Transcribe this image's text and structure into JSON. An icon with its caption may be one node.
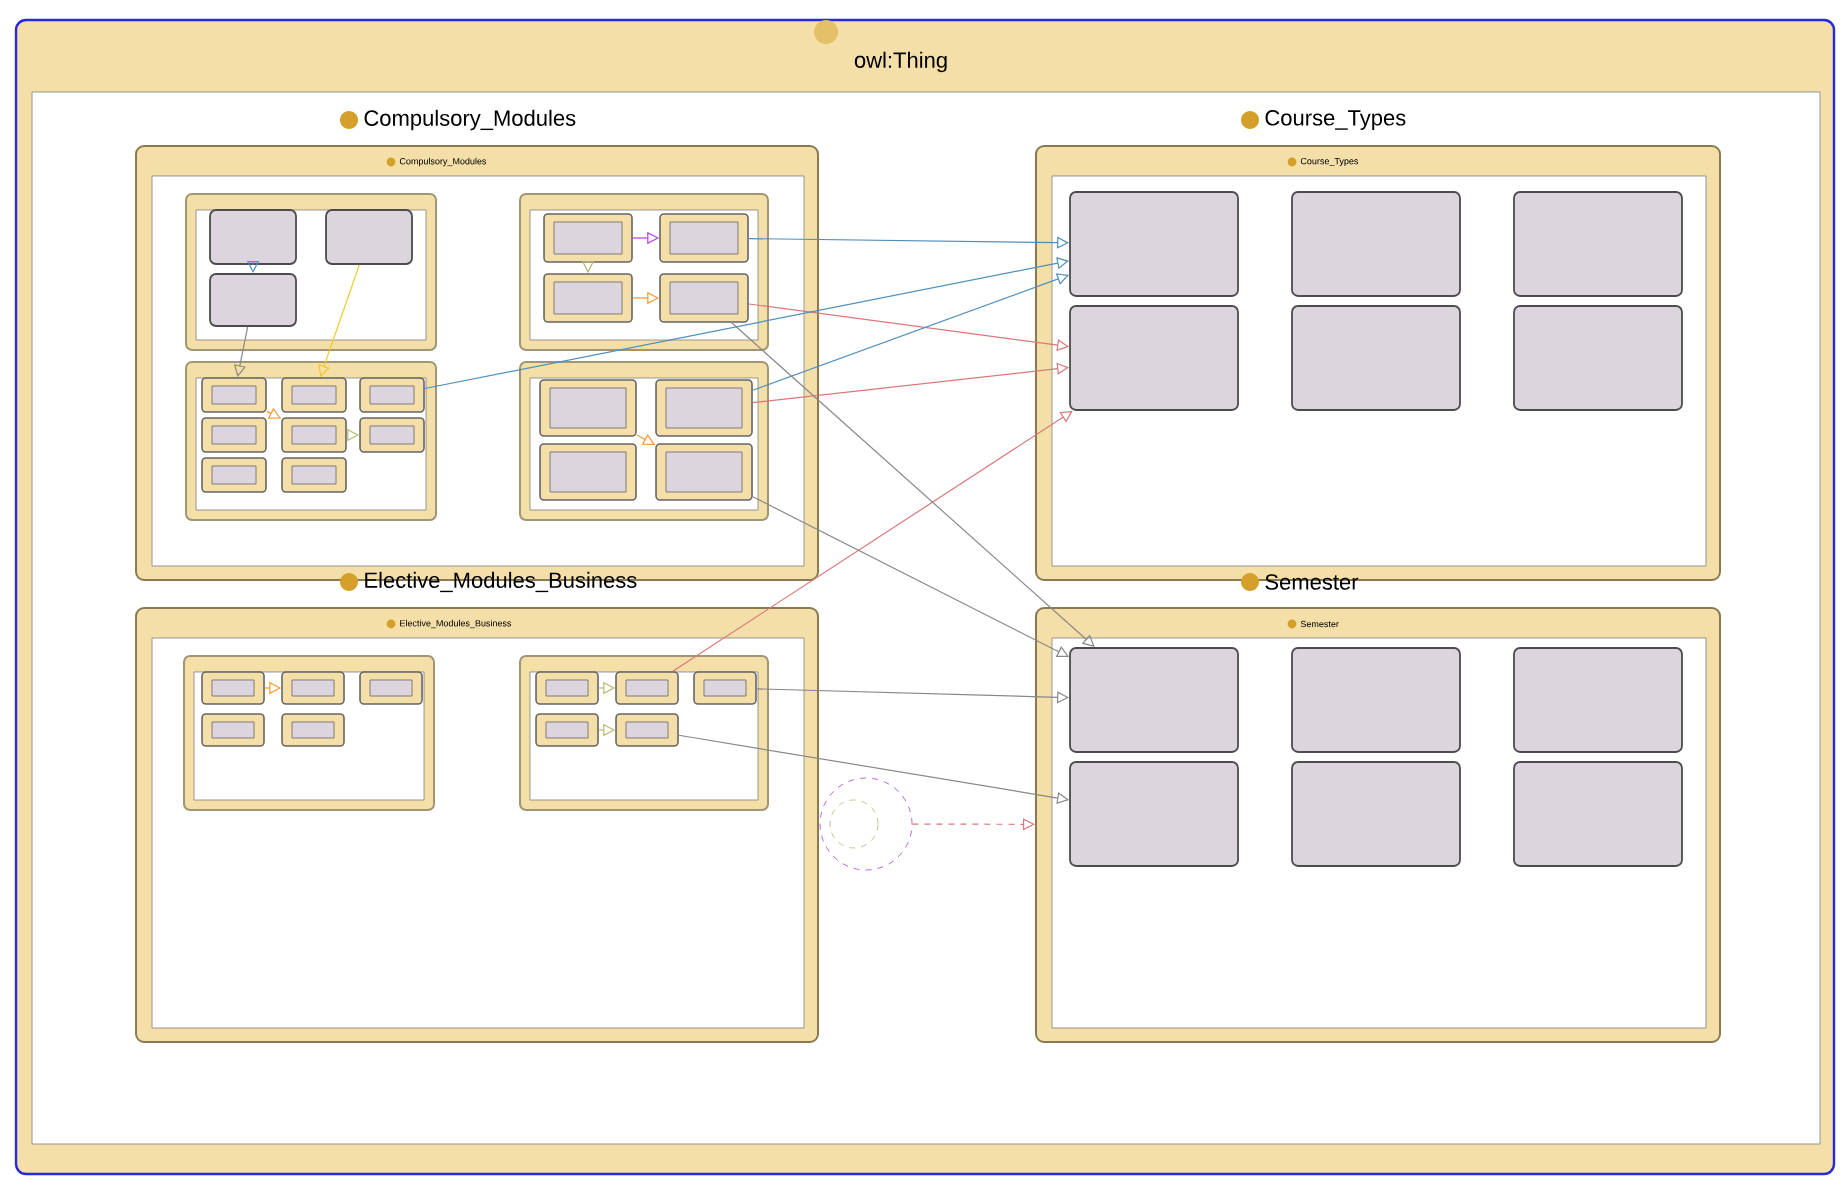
{
  "diagram": {
    "nodes": [
      {
        "text": [
          "owl:Thing"
        ]
      },
      {
        "text": [
          "Compulsory_Modules",
          "Compulsory_Modules"
        ],
        "in": 0
      },
      {
        "text": [],
        "shape": "box",
        "in": 1
      },
      {
        "text": [],
        "shape": "box",
        "in": 2
      },
      {
        "text": [],
        "shape": "box",
        "in": 2
      },
      {
        "text": [],
        "shape": "box",
        "in": 2
      },
      {
        "text": [],
        "shape": "box",
        "in": 1
      },
      {
        "text": [],
        "shape": "box",
        "in": 6
      },
      {
        "text": [],
        "shape": "box",
        "in": 6
      },
      {
        "text": [],
        "shape": "box",
        "in": 6
      },
      {
        "text": [],
        "shape": "box",
        "in": 6
      },
      {
        "text": [],
        "shape": "box",
        "in": 1
      },
      {
        "text": [],
        "shape": "box",
        "in": 11
      },
      {
        "text": [],
        "shape": "box",
        "in": 11
      },
      {
        "text": [],
        "shape": "box",
        "in": 11
      },
      {
        "text": [],
        "shape": "box",
        "in": 11
      },
      {
        "text": [],
        "shape": "box",
        "in": 11
      },
      {
        "text": [],
        "shape": "box",
        "in": 11
      },
      {
        "text": [],
        "shape": "box",
        "in": 11
      },
      {
        "text": [],
        "shape": "box",
        "in": 11
      },
      {
        "text": [],
        "shape": "box",
        "in": 1
      },
      {
        "text": [],
        "shape": "box",
        "in": 20
      },
      {
        "text": [],
        "shape": "box",
        "in": 20
      },
      {
        "text": [],
        "shape": "box",
        "in": 20
      },
      {
        "text": [],
        "shape": "box",
        "in": 20
      },
      {
        "text": [
          "Course_Types",
          "Course_Types"
        ],
        "in": 0
      },
      {
        "text": [],
        "shape": "box",
        "in": 25
      },
      {
        "text": [],
        "shape": "box",
        "in": 25
      },
      {
        "text": [],
        "shape": "box",
        "in": 25
      },
      {
        "text": [],
        "shape": "box",
        "in": 25
      },
      {
        "text": [],
        "shape": "box",
        "in": 25
      },
      {
        "text": [],
        "shape": "box",
        "in": 25
      },
      {
        "text": [
          "Elective_Modules_Business",
          "Elective_Modules_Business"
        ],
        "in": 0
      },
      {
        "text": [],
        "shape": "box",
        "in": 32
      },
      {
        "text": [],
        "shape": "box",
        "in": 33
      },
      {
        "text": [],
        "shape": "box",
        "in": 33
      },
      {
        "text": [],
        "shape": "box",
        "in": 33
      },
      {
        "text": [],
        "shape": "box",
        "in": 33
      },
      {
        "text": [],
        "shape": "box",
        "in": 33
      },
      {
        "text": [],
        "shape": "box",
        "in": 32
      },
      {
        "text": [],
        "shape": "box",
        "in": 39
      },
      {
        "text": [],
        "shape": "box",
        "in": 39
      },
      {
        "text": [],
        "shape": "box",
        "in": 39
      },
      {
        "text": [],
        "shape": "box",
        "in": 39
      },
      {
        "text": [],
        "shape": "box",
        "in": 39
      },
      {
        "text": [
          "Semester",
          "Semester"
        ],
        "in": 0
      },
      {
        "text": [],
        "shape": "box",
        "in": 45
      },
      {
        "text": [],
        "shape": "box",
        "in": 45
      },
      {
        "text": [],
        "shape": "box",
        "in": 45
      },
      {
        "text": [],
        "shape": "box",
        "in": 45
      },
      {
        "text": [],
        "shape": "box",
        "in": 45
      },
      {
        "text": [],
        "shape": "box",
        "in": 45
      },
      {
        "text": [],
        "shape": "circle",
        "in": 0
      },
      {
        "text": [],
        "shape": "circle",
        "in": 52
      }
    ],
    "edges": [
      {
        "from": 8,
        "to": 26,
        "arrow": "to",
        "color": "#4f8fc0"
      },
      {
        "from": 10,
        "to": 29,
        "arrow": "to",
        "color": "#d9777a"
      },
      {
        "from": 22,
        "to": 29,
        "arrow": "to",
        "color": "#d9777a"
      },
      {
        "from": 24,
        "to": 46,
        "arrow": "to",
        "color": "#888888"
      },
      {
        "from": 22,
        "to": 26,
        "arrow": "to",
        "color": "#4f8fc0"
      },
      {
        "from": 21,
        "to": 24,
        "arrow": "to",
        "color": "#f39a2a"
      },
      {
        "from": 18,
        "to": 26,
        "arrow": "to",
        "color": "#4f8fc0"
      },
      {
        "from": 12,
        "to": 16,
        "arrow": "to",
        "color": "#f39a2a"
      },
      {
        "from": 16,
        "to": 19,
        "arrow": "to",
        "color": "#b8b870"
      },
      {
        "from": 42,
        "to": 46,
        "arrow": "to",
        "color": "#888888"
      },
      {
        "from": 44,
        "to": 49,
        "arrow": "to",
        "color": "#888888"
      },
      {
        "from": 43,
        "to": 44,
        "arrow": "to",
        "color": "#b8b870"
      },
      {
        "from": 40,
        "to": 41,
        "arrow": "to",
        "color": "#b8b870"
      },
      {
        "from": 34,
        "to": 35,
        "arrow": "to",
        "color": "#f39a2a"
      },
      {
        "from": 41,
        "to": 29,
        "arrow": "to",
        "color": "#d9777a"
      },
      {
        "from": 5,
        "to": 12,
        "arrow": "to",
        "color": "#888888"
      },
      {
        "from": 3,
        "to": 5,
        "arrow": "to",
        "color": "#4f8fc0"
      },
      {
        "from": 4,
        "to": 15,
        "arrow": "to",
        "color": "#f0c820"
      },
      {
        "from": 7,
        "to": 8,
        "arrow": "to",
        "color": "#b040e0"
      },
      {
        "from": 9,
        "to": 10,
        "arrow": "to",
        "color": "#f39a2a"
      },
      {
        "from": 7,
        "to": 9,
        "arrow": "to",
        "color": "#b8b870"
      },
      {
        "from": 10,
        "to": 46,
        "arrow": "to",
        "color": "#888888"
      },
      {
        "from": 52,
        "to": 45,
        "arrow": "to",
        "style": "dashed",
        "color": "#d9777a"
      }
    ]
  }
}
